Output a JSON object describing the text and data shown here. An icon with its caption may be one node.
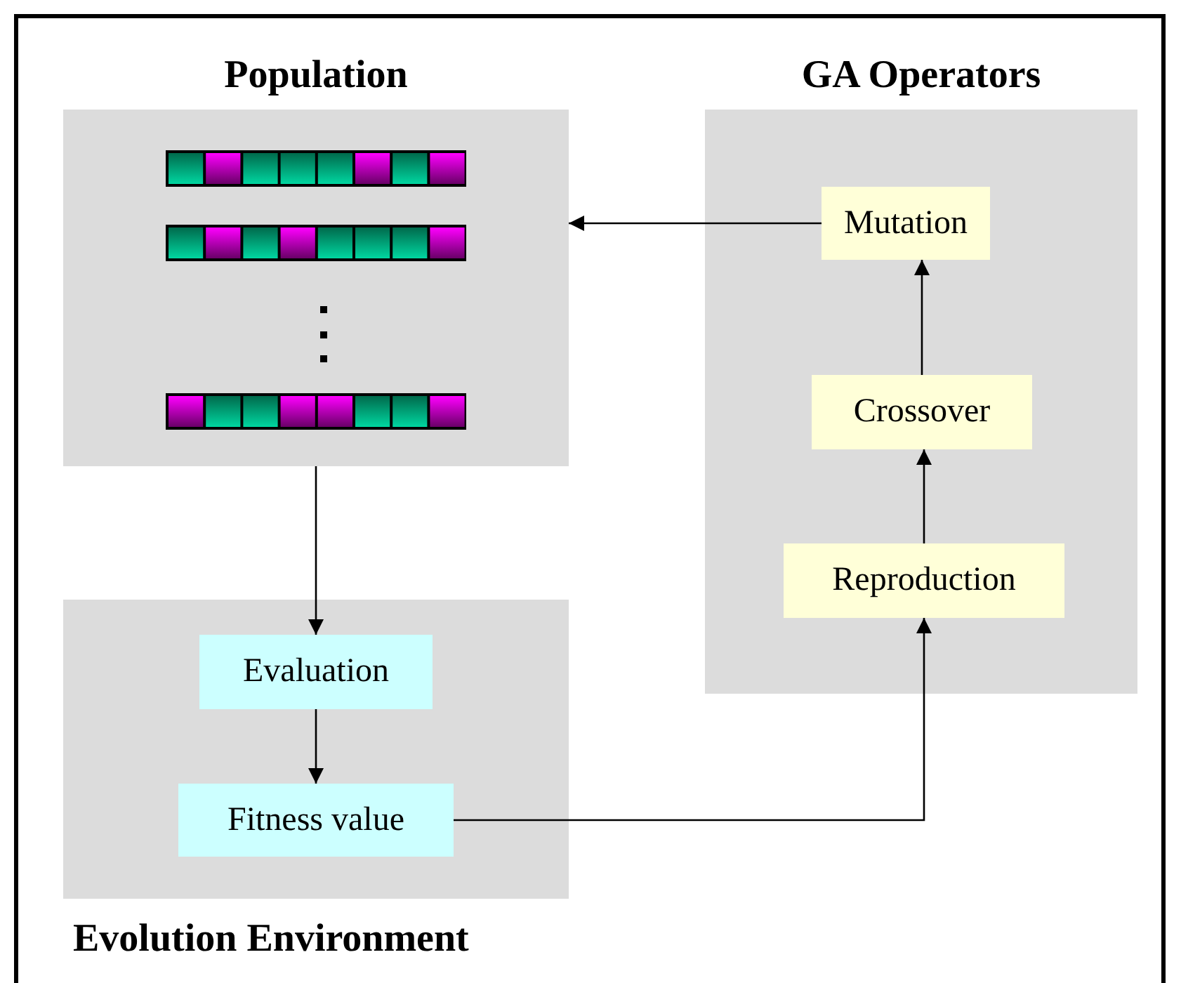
{
  "diagram": {
    "nodes": [
      {
        "text": [
          "Population"
        ]
      },
      {
        "text": [
          "GA Operators"
        ]
      },
      {
        "text": [
          "Mutation"
        ],
        "in": 1
      },
      {
        "text": [
          "Crossover"
        ],
        "in": 1
      },
      {
        "text": [
          "Reproduction"
        ],
        "in": 1
      },
      {
        "text": [
          "Evolution Environment"
        ]
      },
      {
        "text": [
          "Evaluation"
        ],
        "in": 5
      },
      {
        "text": [
          "Fitness value"
        ],
        "in": 5
      }
    ],
    "edges": [
      {
        "from": 2,
        "to": 0,
        "arrow": "to"
      },
      {
        "from": 3,
        "to": 2,
        "arrow": "to"
      },
      {
        "from": 4,
        "to": 3,
        "arrow": "to"
      },
      {
        "from": 0,
        "to": 6,
        "arrow": "to"
      },
      {
        "from": 6,
        "to": 7,
        "arrow": "to"
      },
      {
        "from": 7,
        "to": 4,
        "arrow": "to"
      }
    ]
  }
}
